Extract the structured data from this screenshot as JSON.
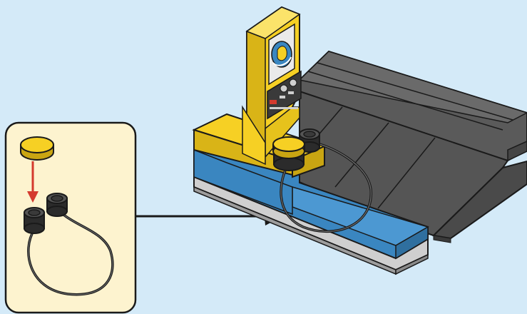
{
  "scene": {
    "background_color": "#d4eaf8",
    "callout_panel_color": "#fdf3cf",
    "outline_color": "#1a1a1a",
    "yellow": "#f6d024",
    "blue": "#3a86c0",
    "dark_gray": "#4a4a4a",
    "light_gray": "#cfcfcf",
    "arrow_red": "#d43a2e"
  },
  "elements": {
    "callout_panel": "step-callout-panel",
    "connector_arrow": "pointer-arrow",
    "main_model": "charging-station-model",
    "cable": "charging-cable",
    "plug_piece": "yellow-round-tile",
    "insert_arrow": "red-down-arrow-icon",
    "screen_logo": "water-drop-logo"
  }
}
